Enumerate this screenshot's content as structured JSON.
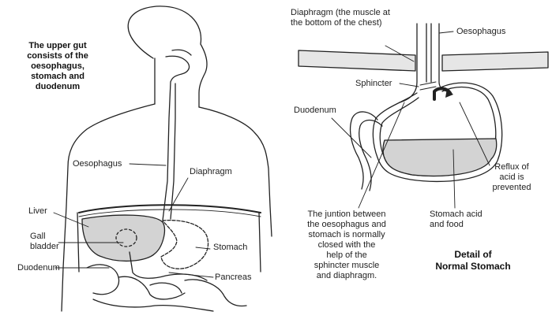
{
  "colors": {
    "ink": "#222222",
    "fill_grey": "#d3d3d3",
    "background": "#ffffff"
  },
  "left_panel": {
    "intro": "The upper gut\nconsists of the\noesophagus,\nstomach and\nduodenum",
    "labels": {
      "oesophagus": "Oesophagus",
      "diaphragm": "Diaphragm",
      "liver": "Liver",
      "gall_bladder": "Gall\nbladder",
      "stomach": "Stomach",
      "duodenum": "Duodenum",
      "pancreas": "Pancreas"
    }
  },
  "right_panel": {
    "labels": {
      "diaphragm": "Diaphragm (the muscle at\nthe bottom of the chest)",
      "oesophagus": "Oesophagus",
      "sphincter": "Sphincter",
      "duodenum": "Duodenum",
      "reflux": "Reflux of\nacid is\nprevented",
      "acid_food": "Stomach acid\nand food",
      "junction_note": "The juntion between\nthe oesophagus and\nstomach is normally\nclosed with the\nhelp of the\nsphincter muscle\nand diaphragm.",
      "detail_title": "Detail of\nNormal Stomach"
    }
  }
}
